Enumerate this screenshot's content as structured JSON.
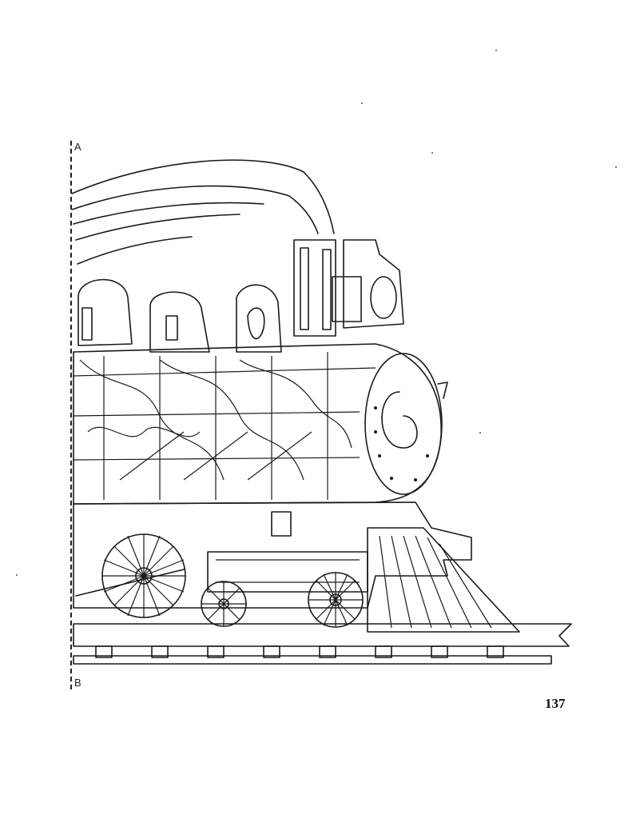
{
  "pattern": {
    "marker_top": "A",
    "marker_bottom": "B",
    "icon": "locomotive-scroll-saw-pattern"
  },
  "page": {
    "number": "137"
  },
  "colors": {
    "ink": "#1a1a1a",
    "paper": "#ffffff"
  }
}
